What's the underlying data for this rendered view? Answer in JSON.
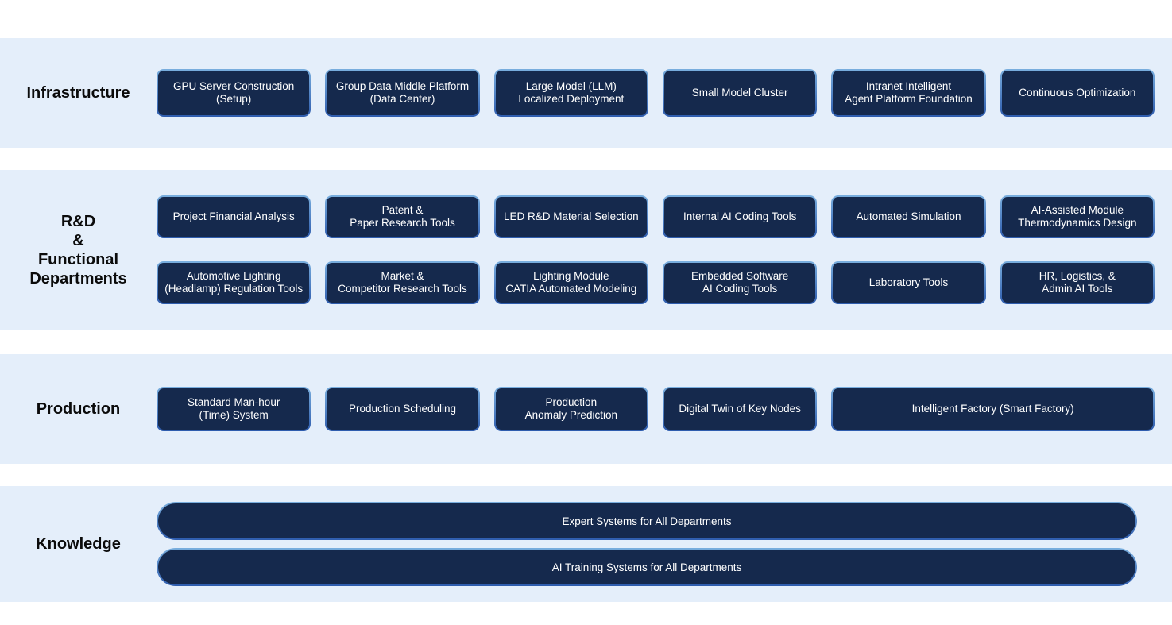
{
  "colors": {
    "page_background": "#ffffff",
    "band_background": "#e4eefa",
    "block_fill": "#15294d",
    "block_border_top": "#79aede",
    "block_border_bottom": "#2e5cae",
    "block_text": "#ffffff",
    "label_text": "#0b0b0b"
  },
  "bands": [
    {
      "label": "Infrastructure",
      "rows": [
        [
          "GPU Server Construction\n(Setup)",
          "Group Data Middle Platform\n(Data Center)",
          "Large Model (LLM)\nLocalized Deployment",
          "Small Model Cluster",
          "Intranet Intelligent\nAgent Platform Foundation",
          "Continuous Optimization"
        ]
      ]
    },
    {
      "label": "R&D\n&\nFunctional\nDepartments",
      "rows": [
        [
          "Project Financial Analysis",
          "Patent &\nPaper Research Tools",
          "LED R&D Material Selection",
          "Internal AI Coding Tools",
          "Automated Simulation",
          "AI-Assisted Module\nThermodynamics Design"
        ],
        [
          "Automotive Lighting\n(Headlamp) Regulation Tools",
          "Market &\nCompetitor Research Tools",
          "Lighting Module\nCATIA Automated Modeling",
          "Embedded Software\nAI Coding Tools",
          "Laboratory Tools",
          "HR, Logistics, &\nAdmin AI Tools"
        ]
      ]
    },
    {
      "label": "Production",
      "rows": [
        [
          "Standard Man-hour\n(Time) System",
          "Production Scheduling",
          "Production\nAnomaly Prediction",
          "Digital Twin of Key Nodes",
          "Intelligent Factory (Smart Factory)"
        ]
      ]
    },
    {
      "label": "Knowledge",
      "rows": [
        [
          "Expert Systems for All Departments",
          "AI Training Systems for All Departments"
        ]
      ]
    }
  ]
}
